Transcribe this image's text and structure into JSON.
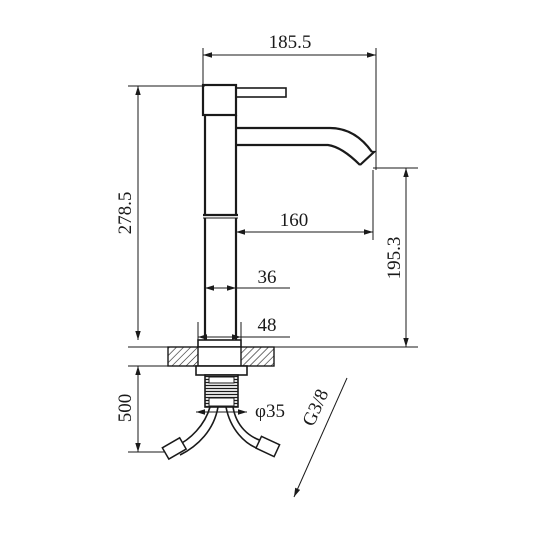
{
  "drawing": {
    "dimensions": {
      "top_width": "185.5",
      "total_height": "278.5",
      "spout_reach": "160",
      "spout_height": "195.3",
      "body_diameter": "36",
      "base_diameter": "48",
      "hose_length": "500",
      "mount_hole": "φ35",
      "thread": "G3/8"
    }
  }
}
